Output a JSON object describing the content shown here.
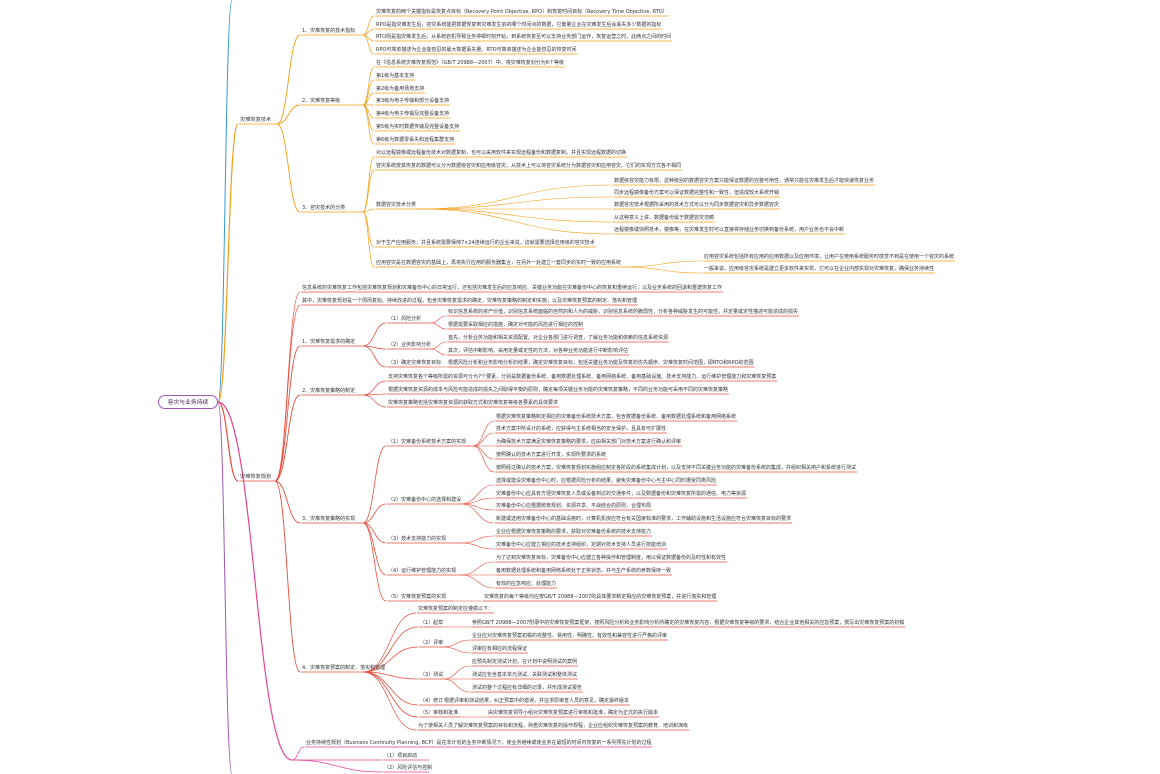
{
  "root": "容灾与业务持续",
  "colors": {
    "orange": "#f39c12",
    "red": "#e74c3c",
    "pink": "#e84393",
    "purple": "#9b59b6",
    "blue": "#3498db",
    "text": "#333333"
  },
  "branches": {
    "tech": {
      "label": "灾难恢复技术",
      "subs": [
        {
          "label": "1、灾难恢复的技术指标",
          "leaves": [
            "灾难恢复的两个关键指标是恢复点目标（Recovery Point Objective, RPO）和恢复时间目标（Recovery Time Objective, RTO）",
            "RPO是指灾难发生后，容灾系统能把数据恢复到灾难发生前的哪个时间点的数据，它衡量企业在灾难发生后会丢失多少数据的指标",
            "RTO则是指灾难发生后，从系统宕机导致业务停顿时刻开始，到系统恢复至可以支持业务部门运作，恢复运营之时，此两点之间的时间",
            "RPO可简单描述为企业能容忍的最大数据丢失量。RTO可简单描述为企业能容忍的恢复时间"
          ]
        },
        {
          "label": "2、灾难恢复等级",
          "leaves": [
            "在《信息系统灾难恢复规范》（GB/T 20988—2007）中，将灾难恢复划分为6个等级",
            "第1级为基本支持",
            "第2级为备用场地支持",
            "第3级为电子传输和部分设备支持",
            "第4级为电子传输及完整设备支持",
            "第5级为实时数据传输及完整设备支持",
            "第6级为数据零丢失和远程集群支持"
          ]
        },
        {
          "label": "3、容灾技术的分类",
          "leaves": [
            "对以远程镜像或远程备份技术对数据复制，也可以采用软件来实现远程备份和数据复制，并且实现远程数据的切换",
            "容灾系统按其恢复的数据可以分为数据级容灾和应用级容灾，从技术上可以将容灾系统分为数据容灾和应用容灾，它们的实现方式各不相同",
            "数据容灾技术分类",
            "对于生产应用服务，并且系统需要保持7×24连续运行的企业来说，这就需要选择应用级的容灾技术",
            "应用容灾是在数据容灾的基础上，再将执行应用的服务器集合，在另外一处建立一套同步的实时一致的应用系统"
          ],
          "sub_leaves": [
            "数据级容灾能力有限，这种级别的数据容灾方案只能保证数据的完整可用性，通常只能在灾难发生后才能快速恢复业务",
            "同步远程镜像备份方案可以保证数据完整性和一致性，但造成较大系统开销",
            "数据容灾技术根据所采用的技术方式可以分为同步数据容灾和异步数据容灾",
            "从这种意义上讲，数据备份属于数据容灾范畴",
            "远程镜像或快照技术，镜像等，在灾难发生时可以直接将存储业务切换到备份系统，用户业务也不会中断"
          ],
          "app_leaves": [
            "应用容灾系统包括所有应用的应用数据以及应用环境，让用户在使用系统服务时感觉不到是在使用一个容灾的系统",
            "一般来说，应用级容灾系统是建立更多软件来实现，它可以在企业内部实现对灾难恢复，确保业务持续性"
          ]
        }
      ]
    },
    "plan": {
      "label": "灾难恢复规划",
      "intro": [
        "信息系统的灾难恢复工作包括灾难恢复规划和灾难备份中心的日常运行，还包括灾难发生后的应急响应、关键业务功能在灾难备份中心的恢复和重续运行，以及业务系统的回退和重建恢复工作",
        "其中，灾难恢复规划是一个周而复始、持续改进的过程，包含灾难恢复需求的确定、灾难恢复策略的制定和实施，以及灾难恢复预案的制定、落实和管理"
      ],
      "subs": [
        {
          "label": "1、灾难恢复需求的确定",
          "items": [
            {
              "label": "（1）风险分析",
              "leaves": [
                "标识信息系统的资产价值，识别信息系统面临的自然的和人为的威胁，识别信息系统的脆弱性，分析各种威胁发生的可能性，并定量或定性描述可能造成的损失",
                "根据需要采取相应的措施，确定对可能的风险进行相应的控制"
              ]
            },
            {
              "label": "（2）业务影响分析",
              "leaves": [
                "首先，分析业务功能和相关资源配置。对企业各部门进行调查，了解业务功能和依赖的信息系统资源",
                "其次，评估中断影响。采用定量或定性的方法，对各种业务功能进行中断影响评估"
              ]
            },
            {
              "label": "（3）确定灾难恢复目标",
              "leaves": [
                "根据风险分析和业务影响分析的结果，确定灾难恢复目标，包括关键业务功能及恢复的优先顺序、灾难恢复时间范围，即RTO和RPO的范围"
              ]
            }
          ]
        },
        {
          "label": "2、灾难恢复策略的制定",
          "leaves": [
            "支持灾难恢复各个等级所需的资源可分为7个要素，分别是数据备份系统、备用数据处理系统、备用网络系统、备用基础设施、技术支持能力、运行维护管理能力和灾难恢复预案",
            "根据灾难恢复资源的成本与风险可能造成的损失之间取得平衡的原则，确定每项关键业务功能的灾难恢复策略，不同的业务功能可采用不同的灾难恢复策略",
            "灾难恢复策略包括灾难恢复资源的获取方式和灾难恢复等级各要素的具体要求"
          ]
        },
        {
          "label": "3、灾难恢复策略的实现",
          "items": [
            {
              "label": "（1）灾难备份系统技术方案的实现",
              "leaves": [
                "根据灾难恢复策略制定相应的灾难备份系统技术方案，包含数据备份系统、备用数据处理系统和备用网络系统",
                "技术方案中所设计的系统，应获得与主系统相当的安全保护，且具有可扩展性",
                "为确保技术方案满足灾难恢复策略的要求，应由相关部门对技术方案进行确认和评审",
                "按照确认的技术方案进行开发，实现所要求的系统",
                "按照经过确认的技术方案，灾难恢复规划实施组应制定各阶段的系统集成计划，以及支持不同关键业务功能的灾难备份系统的集成，并组织相关用户和系统进行测试"
              ]
            },
            {
              "label": "（2）灾难备份中心的选择和建设",
              "leaves": [
                "选择或建设灾难备份中心时，应根据风险分析的结果，避免灾难备份中心与主中心同时遭受同类风险",
                "灾难备份中心应具有方便灾难恢复人员或设备到达的交通条件，以及数据备份和灾难恢复所需的通信、电力等资源",
                "灾难备份中心应根据统筹规划、资源共享、平战结合的原则，合理布局",
                "新建或选用灾难备份中心的基础设施时，计算机机房应符合有关国家标准的要求，工作辅助设施和生活设施应符合灾难恢复目标的要求"
              ]
            },
            {
              "label": "（3）技术支持能力的实现",
              "leaves": [
                "企业应根据灾难恢复策略的要求，获取对灾难备份系统的技术支持能力",
                "灾难备份中心应建立相应的技术支持组织，定期对技术支持人员进行技能培训"
              ]
            },
            {
              "label": "（4）运行维护管理能力的实现",
              "leaves": [
                "为了达到灾难恢复目标，灾难备份中心应建立各种操作和管理制度，用以保证数据备份的及时性和有效性",
                "备用数据处理系统和备用网络系统处于正常状态，并与生产系统的参数保持一致",
                "有效的应急响应、处理能力"
              ]
            },
            {
              "label": "（5）灾难恢复预案的实现",
              "leaves": [
                "灾难恢复的每个等级均应按GB/T 20988—2007的具体要求制定相应的灾难恢复预案，并进行落实和管理"
              ]
            }
          ]
        },
        {
          "label": "4、灾难恢复预案的制定、落实和管理",
          "intro": "灾难恢复预案的制定应遵循以下：",
          "items": [
            {
              "label": "（1）起草",
              "leaves": [
                "参照GB/T 20988—2007附录中的灾难恢复预案框架，按照风险分析和业务影响分析所确定的灾难恢复内容，根据灾难恢复等级的要求，结合企业其他相关的应急预案，撰写出灾难恢复预案的初稿"
              ]
            },
            {
              "label": "（2）评审",
              "leaves": [
                "企业应对灾难恢复预案初稿的完整性、易用性、明确性、有效性和兼容性进行严格的评审",
                "评审应有相应的流程保证"
              ]
            },
            {
              "label": "（3）测试",
              "leaves": [
                "应预先制定测试计划，在计划中说明测试的案例",
                "测试应包含基本单元测试、关联测试和整体测试",
                "测试的整个过程应有详细的记录，并形成测试报告"
              ]
            },
            {
              "label": "（4）修订",
              "leaves": [
                "根据评审和测试结果，纠正预案中的错误，并征求原审查人员的意见，确定最终版本"
              ]
            },
            {
              "label": "（5）审核和批准",
              "leaves": [
                "由灾难恢复领导小组对灾难恢复预案进行审核和批准，确定为正式的执行版本"
              ]
            }
          ],
          "outro": "为了使相关人员了解灾难恢复预案的目标和流程，熟悉灾难恢复的操作规程，企业应组织灾难恢复预案的教育、培训和演练"
        }
      ]
    },
    "bcp": {
      "label": "",
      "intro": "业务持续性规划（Business Continuity Planning, BCP）是在非计划的业务中断情况下，使业务继续或使业务在最短的时间内恢复的一系列预先计划的过程",
      "items": [
        "（1）项目启动",
        "（2）风险评估与控制"
      ]
    }
  }
}
